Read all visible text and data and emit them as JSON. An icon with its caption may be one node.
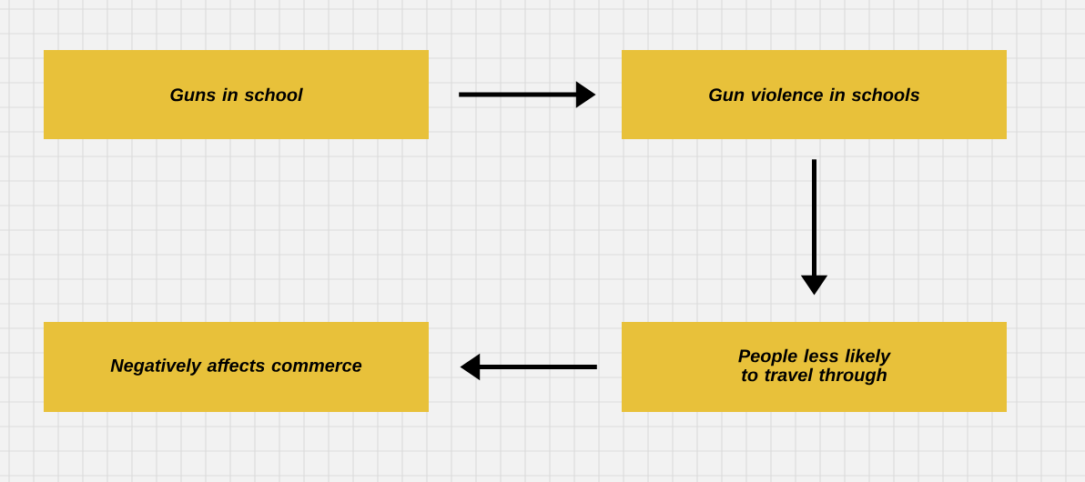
{
  "diagram": {
    "nodes": [
      {
        "text": [
          "Guns in school"
        ]
      },
      {
        "text": [
          "Gun violence in schools"
        ]
      },
      {
        "text": [
          "People less likely to travel through"
        ]
      },
      {
        "text": [
          "Negatively affects commerce"
        ]
      }
    ],
    "edges": [
      {
        "from": 0,
        "to": 1,
        "arrow": "to"
      },
      {
        "from": 1,
        "to": 2,
        "arrow": "to"
      },
      {
        "from": 2,
        "to": 3,
        "arrow": "to"
      }
    ]
  }
}
